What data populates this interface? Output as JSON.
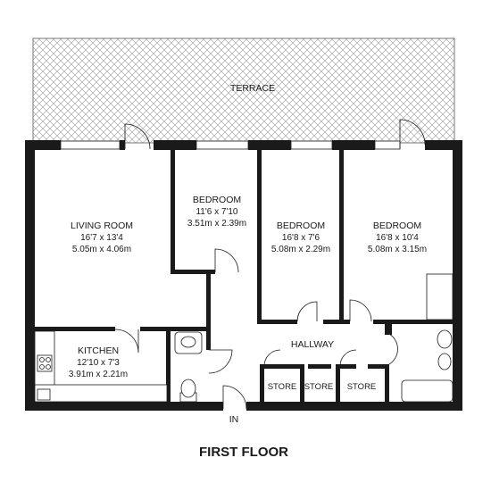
{
  "plan": {
    "title": "FIRST FLOOR",
    "entrance_label": "IN",
    "terrace": {
      "name": "TERRACE"
    },
    "rooms": [
      {
        "id": "living-room",
        "name": "LIVING ROOM",
        "imperial": "16'7 x 13'4",
        "metric": "5.05m x 4.06m"
      },
      {
        "id": "bedroom-1",
        "name": "BEDROOM",
        "imperial": "11'6 x 7'10",
        "metric": "3.51m x 2.39m"
      },
      {
        "id": "bedroom-2",
        "name": "BEDROOM",
        "imperial": "16'8 x 7'6",
        "metric": "5.08m x 2.29m"
      },
      {
        "id": "bedroom-3",
        "name": "BEDROOM",
        "imperial": "16'8 x 10'4",
        "metric": "5.08m x 3.15m"
      },
      {
        "id": "kitchen",
        "name": "KITCHEN",
        "imperial": "12'10 x 7'3",
        "metric": "3.91m x 2.21m"
      }
    ],
    "hallway": "HALLWAY",
    "stores": [
      "STORE",
      "STORE",
      "STORE"
    ]
  }
}
